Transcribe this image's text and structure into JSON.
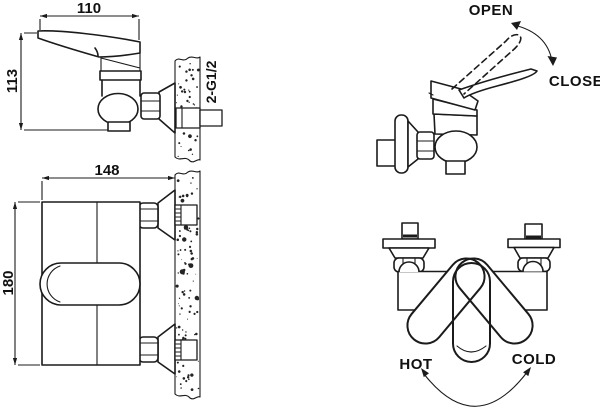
{
  "colors": {
    "background": "#ffffff",
    "line": "#1b1b1b",
    "text": "#111111"
  },
  "views": {
    "side": {
      "dim_width": "110",
      "dim_height": "113",
      "thread_label": "2-G1/2"
    },
    "front": {
      "dim_width": "148",
      "dim_height": "180"
    },
    "operation": {
      "open_label": "OPEN",
      "close_label": "CLOSE"
    },
    "mixing": {
      "hot_label": "HOT",
      "cold_label": "COLD"
    }
  }
}
